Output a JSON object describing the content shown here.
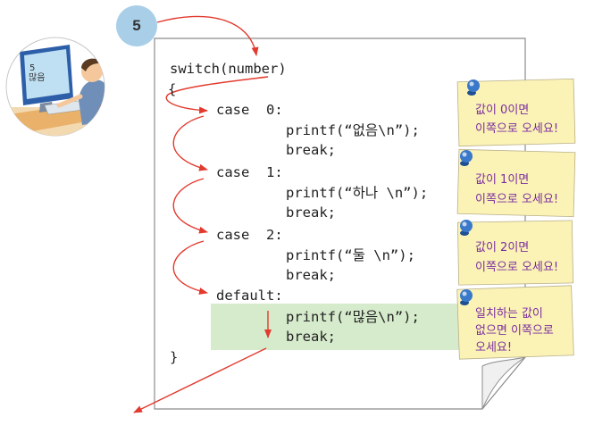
{
  "input_value": "5",
  "computer_screen": {
    "value": "5",
    "output": "많음"
  },
  "code": {
    "header": "switch(number)",
    "open_brace": "{",
    "close_brace": "}",
    "cases": [
      {
        "label": "case  0:",
        "printf": "printf(“없음\\n”);",
        "break": "break;"
      },
      {
        "label": "case  1:",
        "printf": "printf(“하나 \\n”);",
        "break": "break;"
      },
      {
        "label": "case  2:",
        "printf": "printf(“둘 \\n”);",
        "break": "break;"
      }
    ],
    "default": {
      "label": "default:",
      "printf": "printf(“많음\\n”);",
      "break": "break;"
    }
  },
  "notes": [
    {
      "line1": "값이 0이면",
      "line2": "이쪽으로 오세요!"
    },
    {
      "line1": "값이 1이면",
      "line2": "이쪽으로 오세요!"
    },
    {
      "line1": "값이 2이면",
      "line2": "이쪽으로 오세요!"
    },
    {
      "line1": "일치하는 값이",
      "line2": "없으면 이쪽으로",
      "line3": "오세요!"
    }
  ],
  "colors": {
    "arrow": "#e23a2e",
    "badge": "#a9cfe8",
    "note": "#fbf2b6",
    "highlight": "#d6ebcc",
    "pin": "#3a78c9",
    "note_text": "#7a2ea0"
  }
}
